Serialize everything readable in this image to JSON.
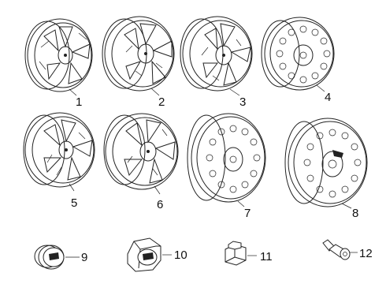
{
  "diagram": {
    "parts": [
      {
        "number": "1",
        "name": "wheel-spoke-style-a"
      },
      {
        "number": "2",
        "name": "wheel-spoke-style-b"
      },
      {
        "number": "3",
        "name": "wheel-spoke-style-c"
      },
      {
        "number": "4",
        "name": "wheel-steel-round-holes"
      },
      {
        "number": "5",
        "name": "wheel-spoke-style-d"
      },
      {
        "number": "6",
        "name": "wheel-spoke-style-e"
      },
      {
        "number": "7",
        "name": "wheel-steel-spare"
      },
      {
        "number": "8",
        "name": "wheel-steel-spare-b"
      },
      {
        "number": "9",
        "name": "center-cap"
      },
      {
        "number": "10",
        "name": "center-cap-hex"
      },
      {
        "number": "11",
        "name": "lug-nut"
      },
      {
        "number": "12",
        "name": "valve-stem"
      }
    ]
  }
}
